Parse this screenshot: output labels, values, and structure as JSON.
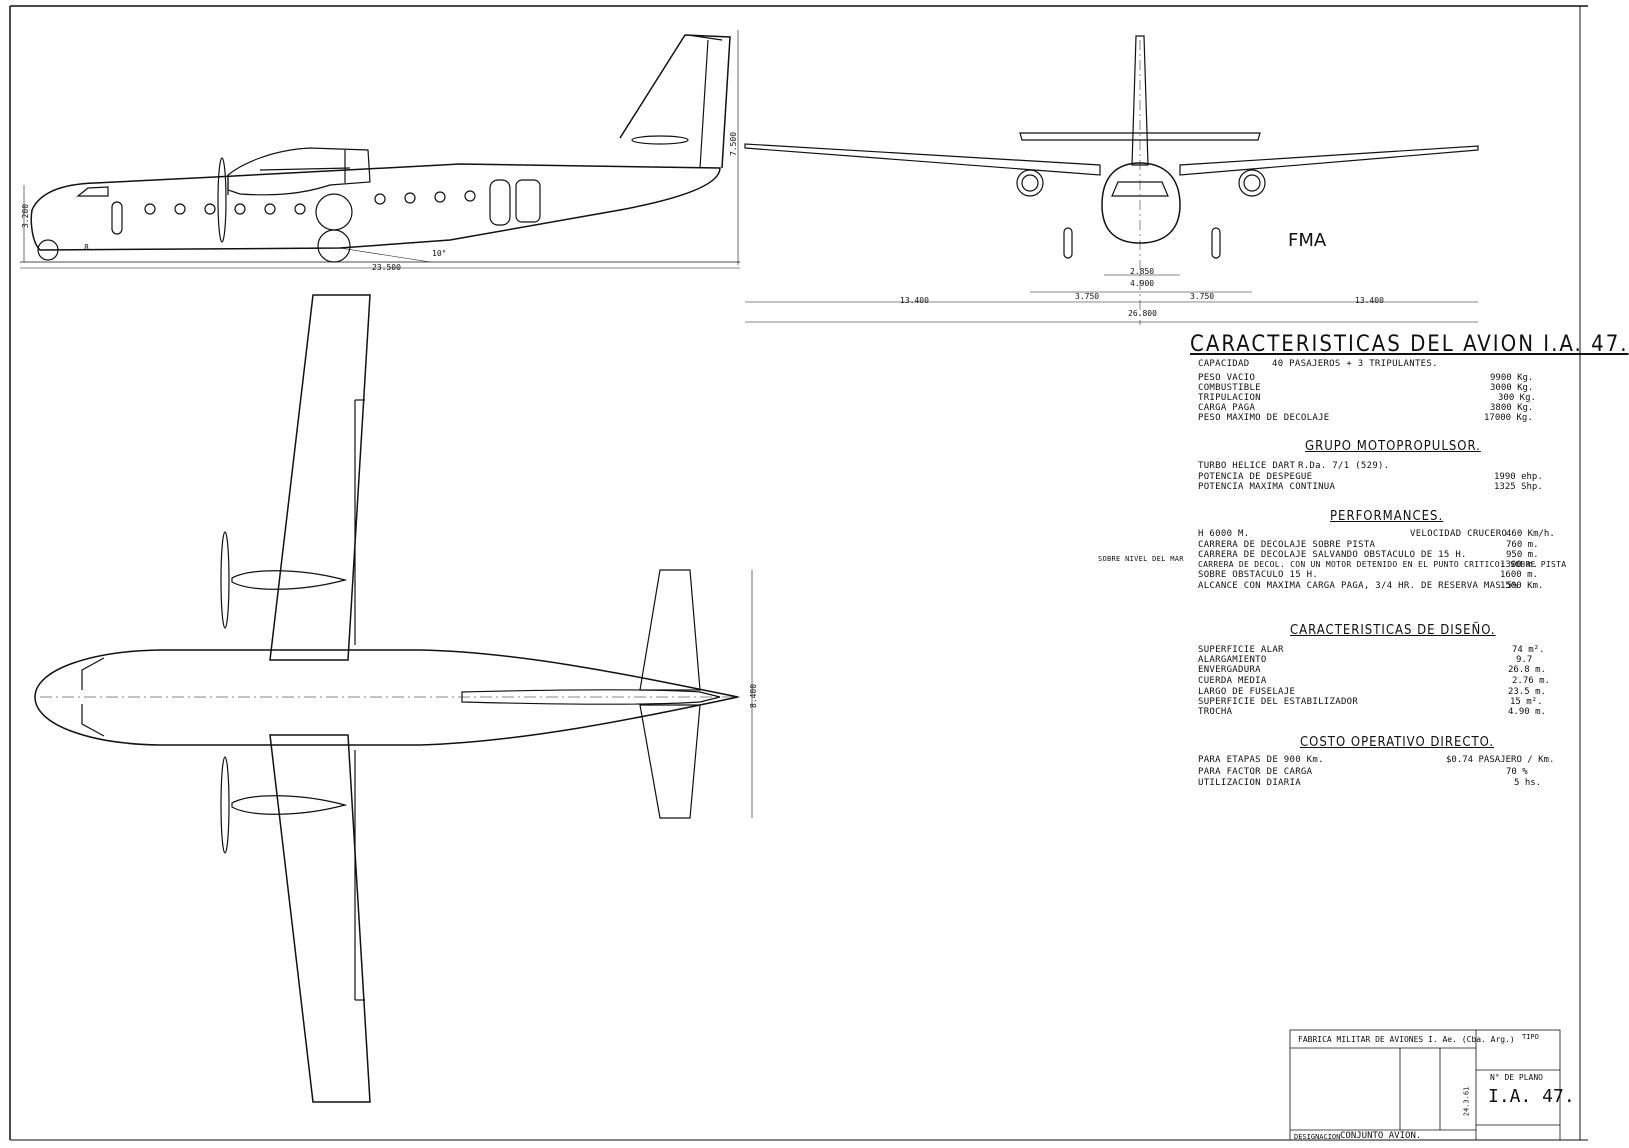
{
  "logo": "FMA",
  "dimensions": {
    "side_height": "3.200",
    "side_length": "23.500",
    "tail_height": "7.500",
    "ground_clear": "8",
    "tail_angle": "10°",
    "front_track": "2.850",
    "front_gear": "4.900",
    "front_half_left": "3.750",
    "front_half_right": "3.750",
    "front_wing_left": "13.400",
    "front_wing_right": "13.400",
    "span": "26.800",
    "stab_span": "8.400"
  },
  "characteristics": {
    "title": "CARACTERISTICAS DEL AVION I.A. 47.",
    "capacity_label": "CAPACIDAD",
    "capacity_value": "40 PASAJEROS + 3 TRIPULANTES.",
    "rows": [
      {
        "label": "PESO VACIO",
        "value": "9900 Kg."
      },
      {
        "label": "COMBUSTIBLE",
        "value": "3000 Kg."
      },
      {
        "label": "TRIPULACION",
        "value": "300 Kg."
      },
      {
        "label": "CARGA PAGA",
        "value": "3800 Kg."
      },
      {
        "label": "PESO MAXIMO DE DECOLAJE",
        "value": "17000 Kg."
      }
    ]
  },
  "propulsion": {
    "title": "GRUPO MOTOPROPULSOR.",
    "engine_label": "TURBO HELICE DART",
    "engine_value": "R.Da. 7/1 (529).",
    "rows": [
      {
        "label": "POTENCIA DE DESPEGUE",
        "value": "1990 ehp."
      },
      {
        "label": "POTENCIA MAXIMA CONTINUA",
        "value": "1325 Shp."
      }
    ]
  },
  "performance": {
    "title": "PERFORMANCES.",
    "side_note": "SOBRE NIVEL DEL MAR",
    "cruise_label": "H 6000 M.",
    "cruise_mid": "VELOCIDAD CRUCERO",
    "cruise_value": "460 Km/h.",
    "rows": [
      {
        "label": "CARRERA DE DECOLAJE SOBRE PISTA",
        "value": "760 m."
      },
      {
        "label": "CARRERA DE DECOLAJE SALVANDO OBSTACULO DE 15 H.",
        "value": "950 m."
      },
      {
        "label": "CARRERA DE DECOL. CON UN MOTOR DETENIDO EN EL PUNTO CRITICO: SOBRE PISTA",
        "value": "1300 m."
      },
      {
        "label": "SOBRE OBSTACULO 15 H.",
        "value": "1600 m."
      },
      {
        "label": "ALCANCE CON MAXIMA CARGA PAGA, 3/4 HR. DE RESERVA MAS 5%",
        "value": "1500 Km."
      }
    ]
  },
  "design": {
    "title": "CARACTERISTICAS DE DISEÑO.",
    "rows": [
      {
        "label": "SUPERFICIE ALAR",
        "value": "74 m²."
      },
      {
        "label": "ALARGAMIENTO",
        "value": "9.7"
      },
      {
        "label": "ENVERGADURA",
        "value": "26.8 m."
      },
      {
        "label": "CUERDA MEDIA",
        "value": "2.76 m."
      },
      {
        "label": "LARGO DE FUSELAJE",
        "value": "23.5 m."
      },
      {
        "label": "SUPERFICIE DEL ESTABILIZADOR",
        "value": "15 m²."
      },
      {
        "label": "TROCHA",
        "value": "4.90 m."
      }
    ]
  },
  "operating_cost": {
    "title": "COSTO OPERATIVO DIRECTO.",
    "rows": [
      {
        "label": "PARA ETAPAS DE 900 Km.",
        "value": "$0.74 PASAJERO / Km."
      },
      {
        "label": "PARA FACTOR DE CARGA",
        "value": "70 %"
      },
      {
        "label": "UTILIZACION DIARIA",
        "value": "5 hs."
      }
    ]
  },
  "title_block": {
    "factory": "FABRICA MILITAR DE AVIONES I. Ae. (Cba. Arg.)",
    "designation_label": "DESIGNACION",
    "designation": "CONJUNTO AVION.",
    "plan_label": "N° DE PLANO",
    "plan_number": "I.A. 47.",
    "type_label": "TIPO",
    "date": "24.3.61"
  }
}
